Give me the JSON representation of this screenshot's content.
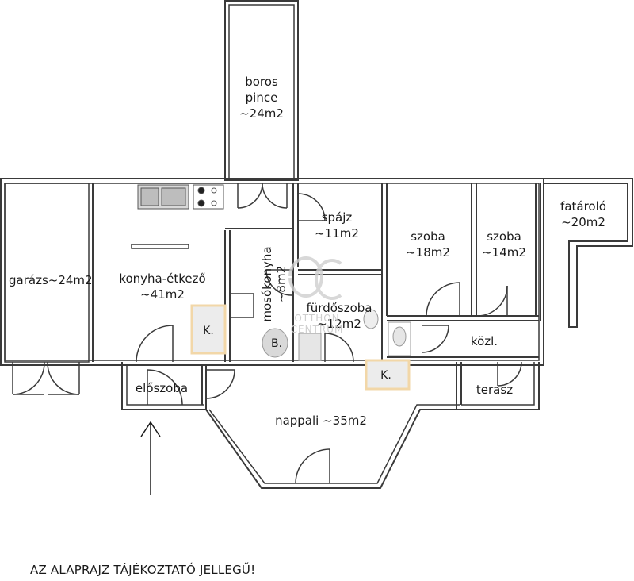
{
  "rooms": {
    "boros_pince": [
      "boros",
      "pince",
      "~24m2"
    ],
    "spajz": [
      "spájz",
      "~11m2"
    ],
    "szoba1": [
      "szoba",
      "~18m2"
    ],
    "szoba2": [
      "szoba",
      "~14m2"
    ],
    "fataralo": [
      "fatároló",
      "~20m2"
    ],
    "garazs": "garázs~24m2",
    "konyha": [
      "konyha-étkező",
      "~41m2"
    ],
    "mosokonyha": [
      "mosókonyha",
      "~8m2"
    ],
    "furdoszoba": [
      "fürdőszoba",
      "~12m2"
    ],
    "kozl": "közl.",
    "eloszoba": "előszoba",
    "terasz": "terasz",
    "nappali": "nappali ~35m2"
  },
  "fixtures": {
    "k1": "K.",
    "k2": "K.",
    "b": "B."
  },
  "watermark": {
    "mark": "ÔC",
    "line1": "OTTHON",
    "line2": "CENTRUM"
  },
  "note": "AZ ALAPRAJZ TÁJÉKOZTATÓ JELLEGŰ!",
  "colors": {
    "wall": "#3a3a3a",
    "fill": "#ffffff",
    "boiler_outline": "#f2d7a8",
    "watermark": "#cfcfcf"
  }
}
